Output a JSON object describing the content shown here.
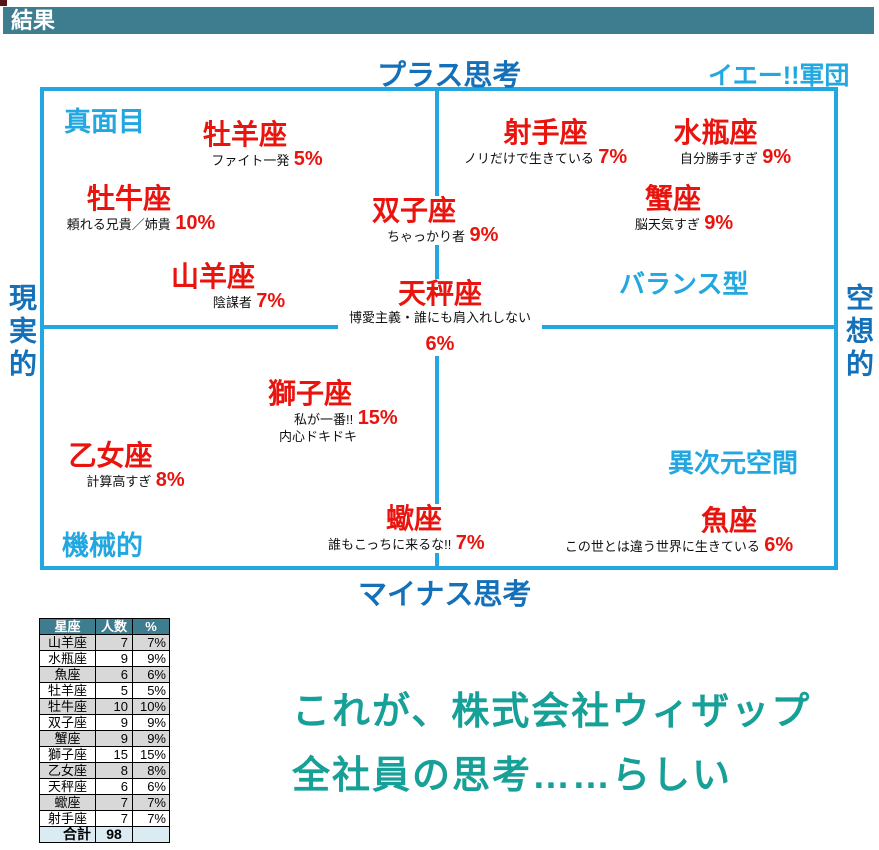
{
  "header": {
    "title": "結果"
  },
  "chart": {
    "axis_top": "プラス思考",
    "axis_bottom": "マイナス思考",
    "axis_left": "現実的",
    "axis_right": "空想的",
    "corner_label": "イエー!!軍団",
    "quadrants": {
      "top_left": "真面目",
      "middle_right": "バランス型",
      "bottom_right": "異次元空間",
      "bottom_left": "機械的"
    },
    "entries": [
      {
        "name": "牡羊座",
        "desc": "ファイト一発",
        "pct": "5%"
      },
      {
        "name": "牡牛座",
        "desc": "頼れる兄貴／姉貴",
        "pct": "10%"
      },
      {
        "name": "射手座",
        "desc": "ノリだけで生きている",
        "pct": "7%"
      },
      {
        "name": "水瓶座",
        "desc": "自分勝手すぎ",
        "pct": "9%"
      },
      {
        "name": "蟹座",
        "desc": "脳天気すぎ",
        "pct": "9%"
      },
      {
        "name": "双子座",
        "desc": "ちゃっかり者",
        "pct": "9%"
      },
      {
        "name": "山羊座",
        "desc": "陰謀者",
        "pct": "7%"
      },
      {
        "name": "天秤座",
        "desc": "博愛主義・誰にも肩入れしない",
        "pct": "6%"
      },
      {
        "name": "獅子座",
        "desc": "私が一番!!",
        "desc2": "内心ドキドキ",
        "pct": "15%"
      },
      {
        "name": "乙女座",
        "desc": "計算高すぎ",
        "pct": "8%"
      },
      {
        "name": "蠍座",
        "desc": "誰もこっちに来るな!!",
        "pct": "7%"
      },
      {
        "name": "魚座",
        "desc": "この世とは違う世界に生きている",
        "pct": "6%"
      }
    ]
  },
  "chart_data": {
    "type": "scatter",
    "title": "結果",
    "x_axis_labels": {
      "left": "現実的",
      "right": "空想的"
    },
    "y_axis_labels": {
      "top": "プラス思考",
      "bottom": "マイナス思考"
    },
    "quadrant_annotations": [
      "真面目",
      "イエー!!軍団",
      "バランス型",
      "異次元空間",
      "機械的"
    ],
    "points": [
      {
        "label": "牡羊座",
        "note": "ファイト一発",
        "count": 5,
        "percent": 5
      },
      {
        "label": "牡牛座",
        "note": "頼れる兄貴／姉貴",
        "count": 10,
        "percent": 10
      },
      {
        "label": "射手座",
        "note": "ノリだけで生きている",
        "count": 7,
        "percent": 7
      },
      {
        "label": "水瓶座",
        "note": "自分勝手すぎ",
        "count": 9,
        "percent": 9
      },
      {
        "label": "蟹座",
        "note": "脳天気すぎ",
        "count": 9,
        "percent": 9
      },
      {
        "label": "双子座",
        "note": "ちゃっかり者",
        "count": 9,
        "percent": 9
      },
      {
        "label": "山羊座",
        "note": "陰謀者",
        "count": 7,
        "percent": 7
      },
      {
        "label": "天秤座",
        "note": "博愛主義・誰にも肩入れしない",
        "count": 6,
        "percent": 6
      },
      {
        "label": "獅子座",
        "note": "私が一番!! 内心ドキドキ",
        "count": 15,
        "percent": 15
      },
      {
        "label": "乙女座",
        "note": "計算高すぎ",
        "count": 8,
        "percent": 8
      },
      {
        "label": "蠍座",
        "note": "誰もこっちに来るな!!",
        "count": 7,
        "percent": 7
      },
      {
        "label": "魚座",
        "note": "この世とは違う世界に生きている",
        "count": 6,
        "percent": 6
      }
    ],
    "total": 98
  },
  "table": {
    "headers": [
      "星座",
      "人数",
      "%"
    ],
    "rows": [
      [
        "山羊座",
        "7",
        "7%"
      ],
      [
        "水瓶座",
        "9",
        "9%"
      ],
      [
        "魚座",
        "6",
        "6%"
      ],
      [
        "牡羊座",
        "5",
        "5%"
      ],
      [
        "牡牛座",
        "10",
        "10%"
      ],
      [
        "双子座",
        "9",
        "9%"
      ],
      [
        "蟹座",
        "9",
        "9%"
      ],
      [
        "獅子座",
        "15",
        "15%"
      ],
      [
        "乙女座",
        "8",
        "8%"
      ],
      [
        "天秤座",
        "6",
        "6%"
      ],
      [
        "蠍座",
        "7",
        "7%"
      ],
      [
        "射手座",
        "7",
        "7%"
      ]
    ],
    "total_label": "合計",
    "total_value": "98"
  },
  "caption": {
    "line1": "これが、株式会社ウィザップ",
    "line2": "全社員の思考……らしい"
  },
  "colors": {
    "header_bg": "#3E7C8F",
    "cyan": "#22A7E0",
    "dark_blue": "#1470B8",
    "red": "#E9140E",
    "caption_teal": "#17A098",
    "row_gray": "#D8D8D8",
    "total_row_bg": "#DAEBF2"
  }
}
